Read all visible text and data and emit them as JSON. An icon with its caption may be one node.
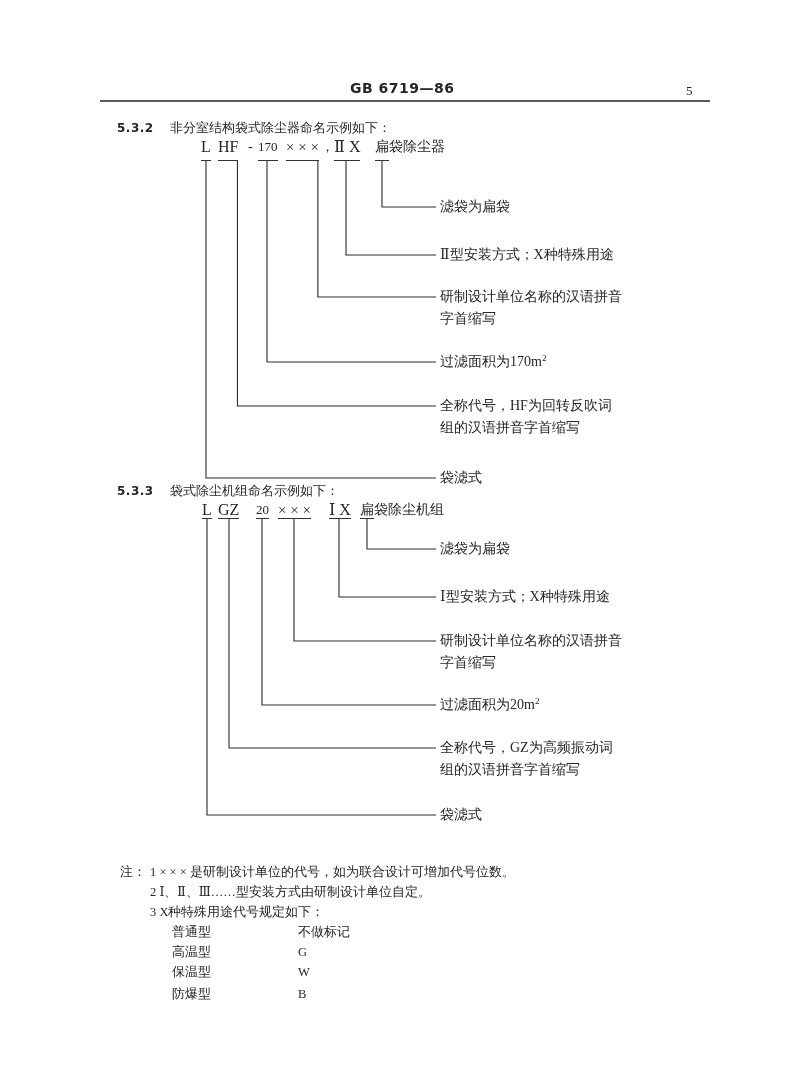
{
  "diagram": {
    "nodes": [
      {
        "text": [
          "L"
        ]
      },
      {
        "text": [
          "HF"
        ]
      },
      {
        "text": [
          "170"
        ]
      },
      {
        "text": [
          "× × ×"
        ]
      },
      {
        "text": [
          "Ⅱ X"
        ]
      },
      {
        "text": [
          "扁袋除尘器"
        ]
      },
      {
        "text": [
          "滤袋为扁袋"
        ]
      },
      {
        "text": [
          "Ⅱ型安装方式；X种特殊用途"
        ]
      },
      {
        "text": [
          "研制设计单位名称的汉语拼音字首缩写"
        ]
      },
      {
        "text": [
          "过滤面积为170m$^{2}$"
        ]
      },
      {
        "text": [
          "全称代号，HF为回转反吹词组的汉语拼音字首缩写"
        ]
      },
      {
        "text": [
          "袋滤式"
        ]
      },
      {
        "text": [
          "L"
        ]
      },
      {
        "text": [
          "GZ"
        ]
      },
      {
        "text": [
          "20"
        ]
      },
      {
        "text": [
          "× × ×"
        ]
      },
      {
        "text": [
          "Ⅰ X"
        ]
      },
      {
        "text": [
          "扁袋除尘机组"
        ]
      },
      {
        "text": [
          "滤袋为扁袋"
        ]
      },
      {
        "text": [
          "Ⅰ型安装方式；X种特殊用途"
        ]
      },
      {
        "text": [
          "研制设计单位名称的汉语拼音字首缩写"
        ]
      },
      {
        "text": [
          "过滤面积为20m$^{2}$"
        ]
      },
      {
        "text": [
          "全称代号，GZ为高频振动词组的汉语拼音字首缩写"
        ]
      },
      {
        "text": [
          "袋滤式"
        ]
      }
    ],
    "edges": [
      {
        "from": 5,
        "to": 6,
        "arrow": "none"
      },
      {
        "from": 4,
        "to": 7,
        "arrow": "none"
      },
      {
        "from": 3,
        "to": 8,
        "arrow": "none"
      },
      {
        "from": 2,
        "to": 9,
        "arrow": "none"
      },
      {
        "from": 1,
        "to": 10,
        "arrow": "none"
      },
      {
        "from": 0,
        "to": 11,
        "arrow": "none"
      },
      {
        "from": 17,
        "to": 18,
        "arrow": "none"
      },
      {
        "from": 16,
        "to": 19,
        "arrow": "none"
      },
      {
        "from": 15,
        "to": 20,
        "arrow": "none"
      },
      {
        "from": 14,
        "to": 21,
        "arrow": "none"
      },
      {
        "from": 13,
        "to": 22,
        "arrow": "none"
      },
      {
        "from": 12,
        "to": 23,
        "arrow": "none"
      }
    ],
    "labels": [
      "GB 6719—86",
      "5",
      "5.3.2",
      "非分室结构袋式除尘器命名示例如下：",
      "-",
      "，",
      "5.3.3",
      "袋式除尘机组命名示例如下：",
      "注：",
      "1 × × × 是研制设计单位的代号，如为联合设计可增加代号位数。",
      "2 Ⅰ、Ⅱ、Ⅲ……型安装方式由研制设计单位自定。",
      "3 X种特殊用途代号规定如下：",
      "普通型",
      "不做标记",
      "高温型",
      "G",
      "保温型",
      "W",
      "防爆型",
      "B"
    ]
  }
}
